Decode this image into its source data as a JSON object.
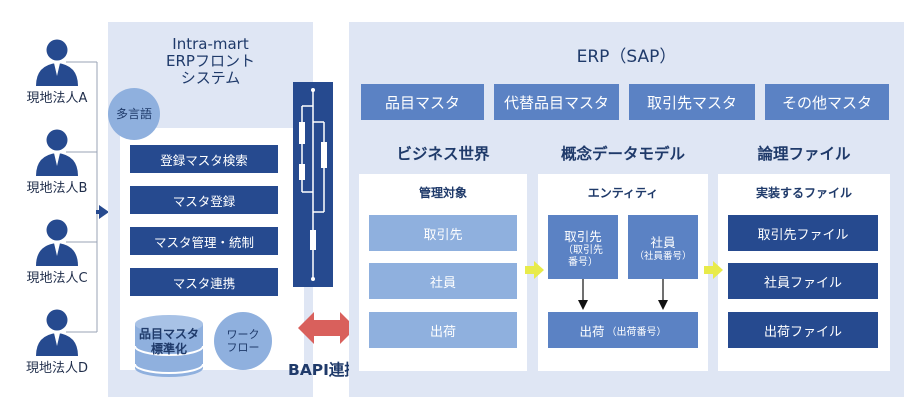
{
  "subsidiaries": [
    "現地法人A",
    "現地法人B",
    "現地法人C",
    "現地法人D"
  ],
  "intramart": {
    "title_lines": [
      "Intra-mart",
      "ERPフロント",
      "システム"
    ],
    "multilang": "多言語",
    "buttons": [
      "登録マスタ検索",
      "マスタ登録",
      "マスタ管理・統制",
      "マスタ連携"
    ],
    "db_label": [
      "品目マスタ",
      "標準化"
    ],
    "workflow": [
      "ワーク",
      "フロー"
    ]
  },
  "bapi": "BAPI連携",
  "erp": {
    "title": "ERP（SAP）",
    "masters": [
      "品目マスタ",
      "代替品目マスタ",
      "取引先マスタ",
      "その他マスタ"
    ],
    "sections": {
      "business": {
        "title": "ビジネス世界",
        "subtitle": "管理対象",
        "items": [
          "取引先",
          "社員",
          "出荷"
        ]
      },
      "model": {
        "title": "概念データモデル",
        "subtitle": "エンティティ",
        "entity1": {
          "name": "取引先",
          "sub": [
            "（取引先",
            "番号）"
          ]
        },
        "entity2": {
          "name": "社員",
          "sub": "（社員番号）"
        },
        "entity3": {
          "name": "出荷",
          "sub": "（出荷番号）"
        }
      },
      "files": {
        "title": "論理ファイル",
        "subtitle": "実装するファイル",
        "items": [
          "取引先ファイル",
          "社員ファイル",
          "出荷ファイル"
        ]
      }
    }
  },
  "colors": {
    "dark_blue": "#264a8f",
    "mid_blue": "#5b82c4",
    "light_blue": "#8fb0de",
    "panel": "#dfe6f4",
    "arrow_yellow": "#e8eb4a",
    "arrow_red": "#d9605c"
  }
}
